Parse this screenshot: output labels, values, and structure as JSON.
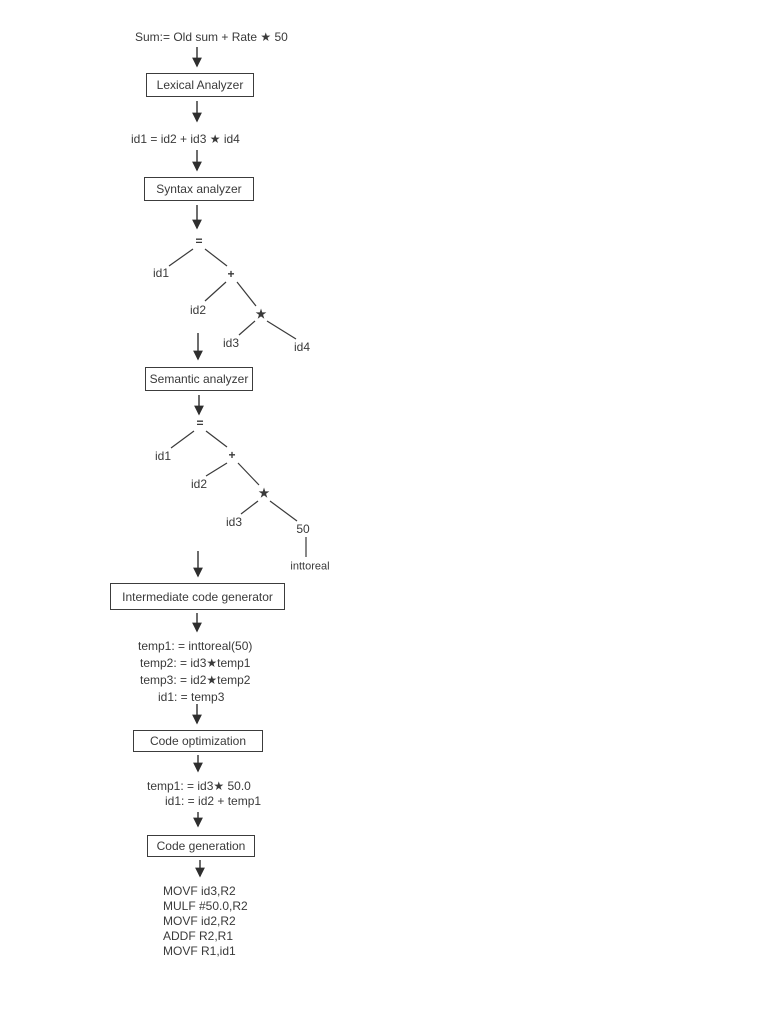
{
  "source_expression": "Sum:= Old sum + Rate ★ 50",
  "lexical_output": "id1 = id2 + id3 ★ id4",
  "boxes": {
    "lexical": "Lexical Analyzer",
    "syntax": "Syntax analyzer",
    "semantic": "Semantic analyzer",
    "intermediate": "Intermediate code generator",
    "optimization": "Code optimization",
    "generation": "Code generation"
  },
  "syntax_tree": {
    "assign": "=",
    "id1": "id1",
    "plus": "+",
    "id2": "id2",
    "star": "★",
    "id3": "id3",
    "id4": "id4"
  },
  "semantic_tree": {
    "assign": "=",
    "id1": "id1",
    "plus": "+",
    "id2": "id2",
    "star": "★",
    "id3": "id3",
    "const": "50",
    "conversion": "inttoreal"
  },
  "intermediate_code": [
    "temp1: = inttoreal(50)",
    "temp2: = id3★temp1",
    "temp3: = id2★temp2",
    "id1: = temp3"
  ],
  "optimized_code": [
    "temp1: = id3★ 50.0",
    "id1: = id2 + temp1"
  ],
  "generated_code": [
    "MOVF id3,R2",
    "MULF #50.0,R2",
    "MOVF id2,R2",
    "ADDF R2,R1",
    "MOVF R1,id1"
  ],
  "colors": {
    "ink": "#3a3a3a",
    "background": "#ffffff"
  }
}
